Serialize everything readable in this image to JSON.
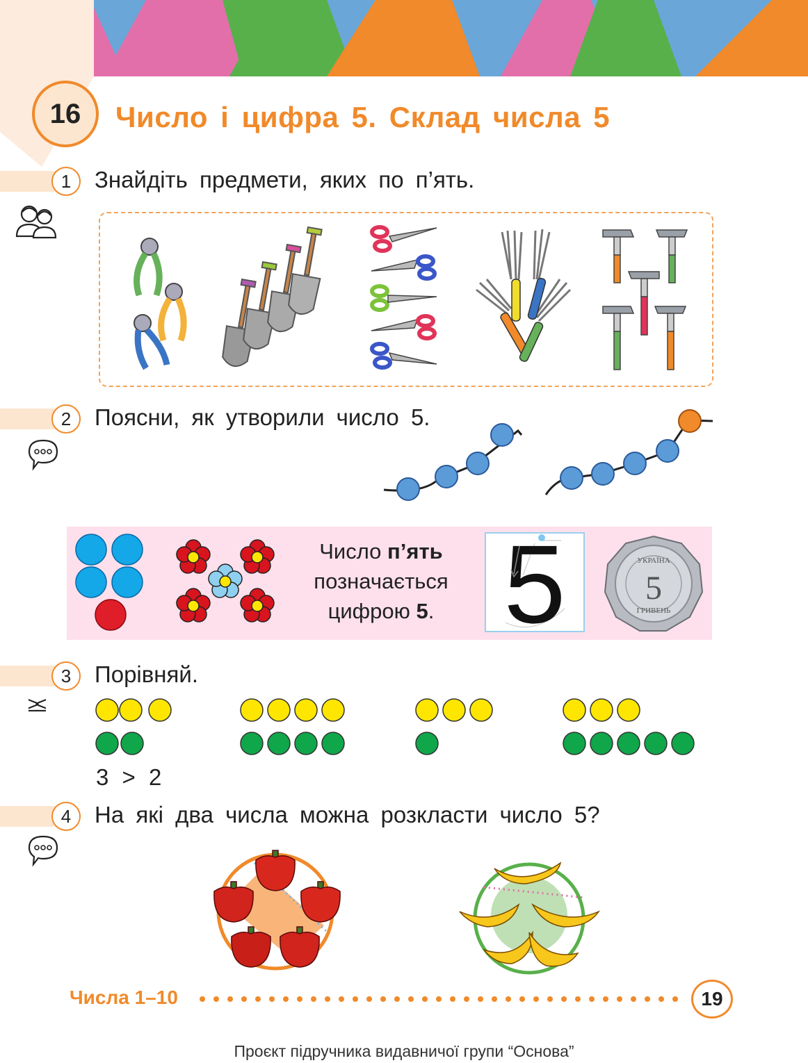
{
  "lesson": {
    "number": "16",
    "title": "Число і цифра 5. Склад числа 5"
  },
  "tasks": [
    {
      "number": "1",
      "text": "Знайдіть предмети, яких по п’ять."
    },
    {
      "number": "2",
      "text": "Поясни, як утворили число 5."
    },
    {
      "number": "3",
      "text": "Порівняй."
    },
    {
      "number": "4",
      "text": "На які два числа можна розкласти число 5?"
    }
  ],
  "panel": {
    "line1_plain": "Число ",
    "line1_bold": "п’ять",
    "line2": "позначається",
    "line3_plain": "цифрою ",
    "line3_bold": "5",
    "line3_end": ".",
    "big_digit": "5",
    "coin": {
      "top_text": "УКРАЇНА",
      "value": "5",
      "bottom_text": "ГРИВЕНЬ"
    }
  },
  "comparison": {
    "example_left": "3",
    "example_sign": ">",
    "example_right": "2"
  },
  "compare_sign": "≥≤",
  "footer": {
    "section": "Числа 1–10",
    "page": "19"
  },
  "publisher": "Проєкт підручника видавничої групи “Основа”",
  "colors": {
    "accent": "#f08a2a",
    "accent_light": "#fde6cf",
    "panel_bg": "#fde0ec",
    "bead_blue": "#5b9bd8",
    "bead_orange": "#f08a2a",
    "yellow": "#ffe600",
    "green": "#10a64a"
  }
}
